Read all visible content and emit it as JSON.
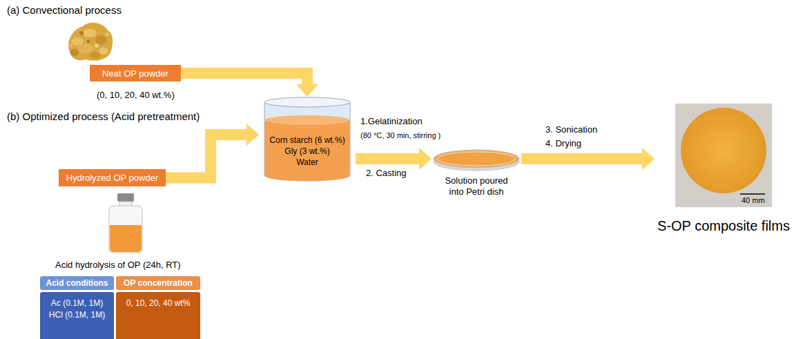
{
  "diagram": {
    "nodes": [
      {
        "text": [
          "Neat OP powder"
        ]
      },
      {
        "text": [
          "Hydrolyzed OP powder"
        ]
      },
      {
        "text": [
          "Acid conditions",
          "Ac (0.1M, 1M)",
          "HCl (0.1M, 1M)"
        ]
      },
      {
        "text": [
          "OP concentration",
          "0, 10, 20, 40 wt%"
        ]
      },
      {
        "text": [
          "Corn starch (6 wt.%)",
          "Gly (3 wt.%)",
          "Water"
        ]
      },
      {
        "text": [
          "Solution poured into Petri dish"
        ]
      },
      {
        "text": [
          "40 mm",
          "S-OP composite films"
        ]
      }
    ],
    "edges": [
      {
        "from": 0,
        "to": 4,
        "arrow": "to"
      },
      {
        "from": 1,
        "to": 4,
        "arrow": "to"
      },
      {
        "from": 4,
        "to": 5,
        "arrow": "to"
      },
      {
        "from": 5,
        "to": 6,
        "arrow": "to"
      }
    ],
    "labels": [
      "(a) Convectional process",
      "(0, 10, 20, 40 wt.%)",
      "(b) Optimized process (Acid pretreatment)",
      "Acid hydrolysis of OP (24h, RT)",
      "1.Gelatinization",
      "(80 °C, 30 min, stirring )",
      "2. Casting",
      "3. Sonication",
      "4. Drying"
    ]
  }
}
